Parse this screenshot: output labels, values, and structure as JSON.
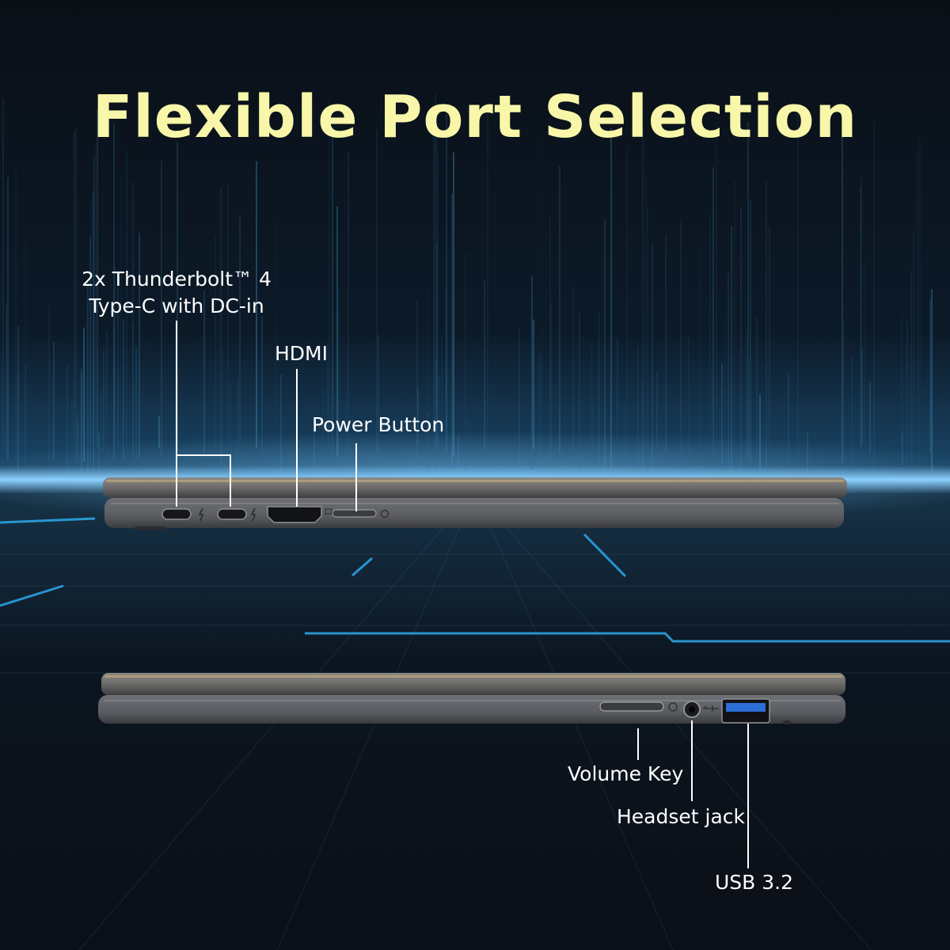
{
  "title": "Flexible Port Selection",
  "labels": {
    "thunderbolt_line1": "2x Thunderbolt™ 4",
    "thunderbolt_line2": "Type-C with DC-in",
    "hdmi": "HDMI",
    "power_button": "Power Button",
    "volume_key": "Volume Key",
    "headset_jack": "Headset jack",
    "usb": "USB 3.2"
  },
  "colors": {
    "title": "#f8f6a8",
    "background": "#0b1018",
    "glow": "#3fb6ff",
    "laptop_body": "#5a5c60",
    "usb_port": "#2b6fd6"
  }
}
